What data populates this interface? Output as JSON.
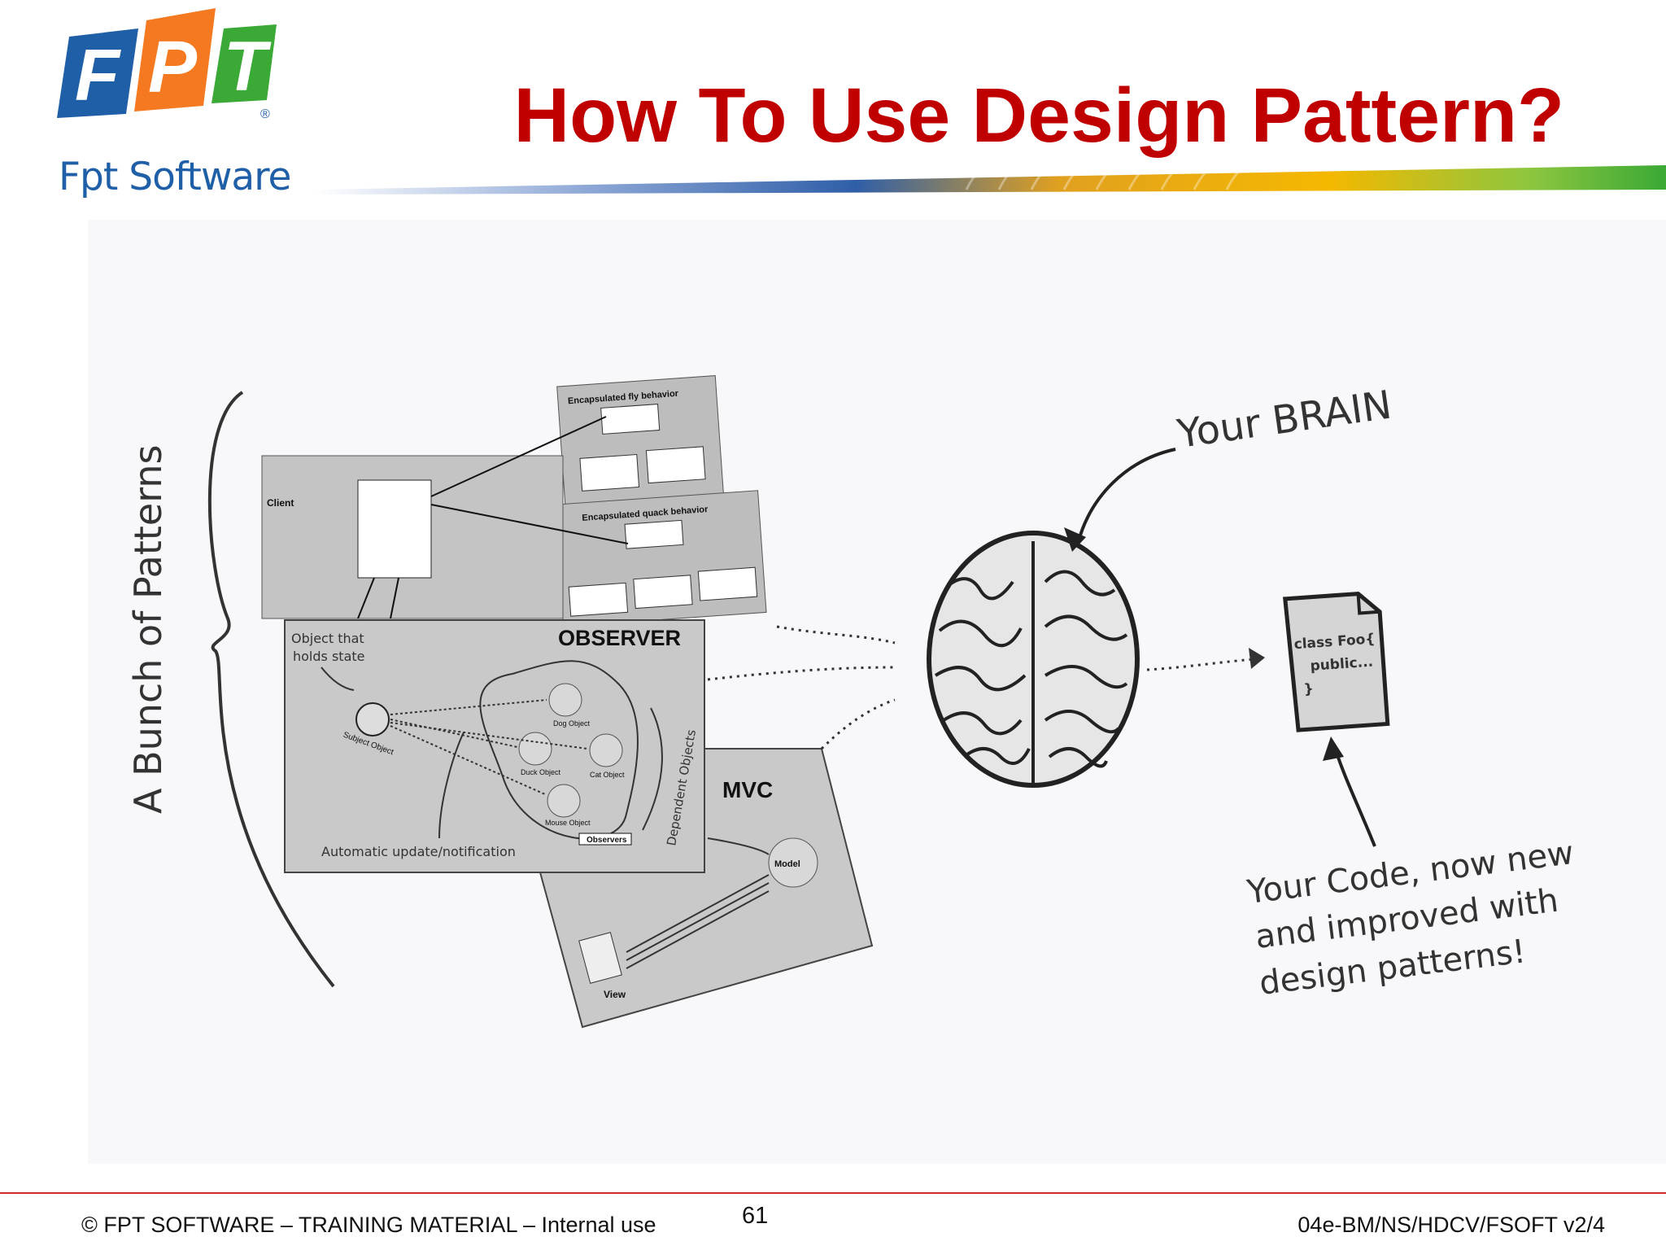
{
  "header": {
    "logo_letters": "FPT",
    "logo_subtitle": "Fpt Software",
    "title": "How To Use Design Pattern?"
  },
  "figure": {
    "left_brace_label": "A Bunch of Patterns",
    "panel_strategy_fly": "Encapsulated fly behavior",
    "panel_strategy_quack": "Encapsulated quack behavior",
    "panel_client": "Client",
    "observer": {
      "title": "OBSERVER",
      "note_state": [
        "Object that",
        "holds state"
      ],
      "subject_label": "Subject Object",
      "dependent_label": "Dependent Objects",
      "update_label": "Automatic update/notification",
      "observers_label": "Observers",
      "objects": [
        "Dog Object",
        "Duck Object",
        "Cat Object",
        "Mouse Object"
      ]
    },
    "mvc": {
      "title": "MVC",
      "model_label": "Model",
      "view_label": "View"
    },
    "brain_label": "Your BRAIN",
    "code_lines": [
      "class Foo{",
      "public...",
      "}"
    ],
    "code_caption": [
      "Your Code, now new",
      "and improved with",
      "design patterns!"
    ]
  },
  "footer": {
    "left": "© FPT SOFTWARE – TRAINING MATERIAL – Internal use",
    "page": "61",
    "right": "04e-BM/NS/HDCV/FSOFT v2/4"
  },
  "colors": {
    "title_red": "#c00000",
    "logo_blue": "#1f5fa8",
    "logo_orange": "#f47920",
    "logo_green": "#3aa935",
    "footer_line": "#cc2b2b"
  }
}
